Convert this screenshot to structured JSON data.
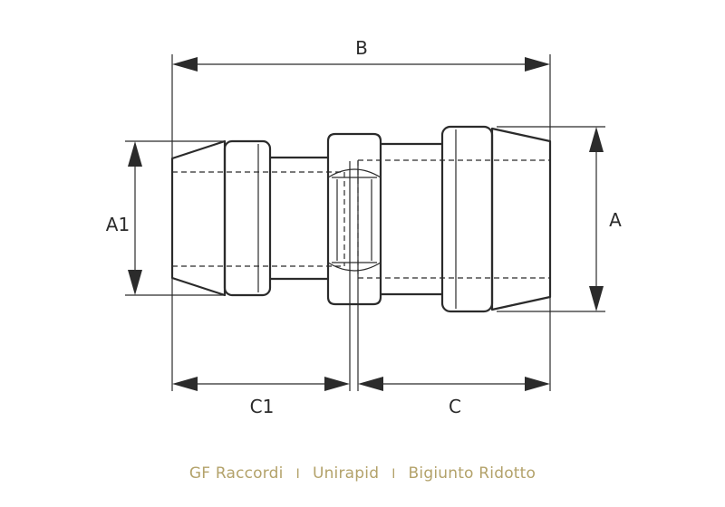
{
  "dimensions": {
    "b_label": "B",
    "a_label": "A",
    "a1_label": "A1",
    "c_label": "C",
    "c1_label": "C1"
  },
  "caption": {
    "brand": "GF Raccordi",
    "product": "Unirapid",
    "model": "Bigiunto Ridotto",
    "separator": "I"
  }
}
